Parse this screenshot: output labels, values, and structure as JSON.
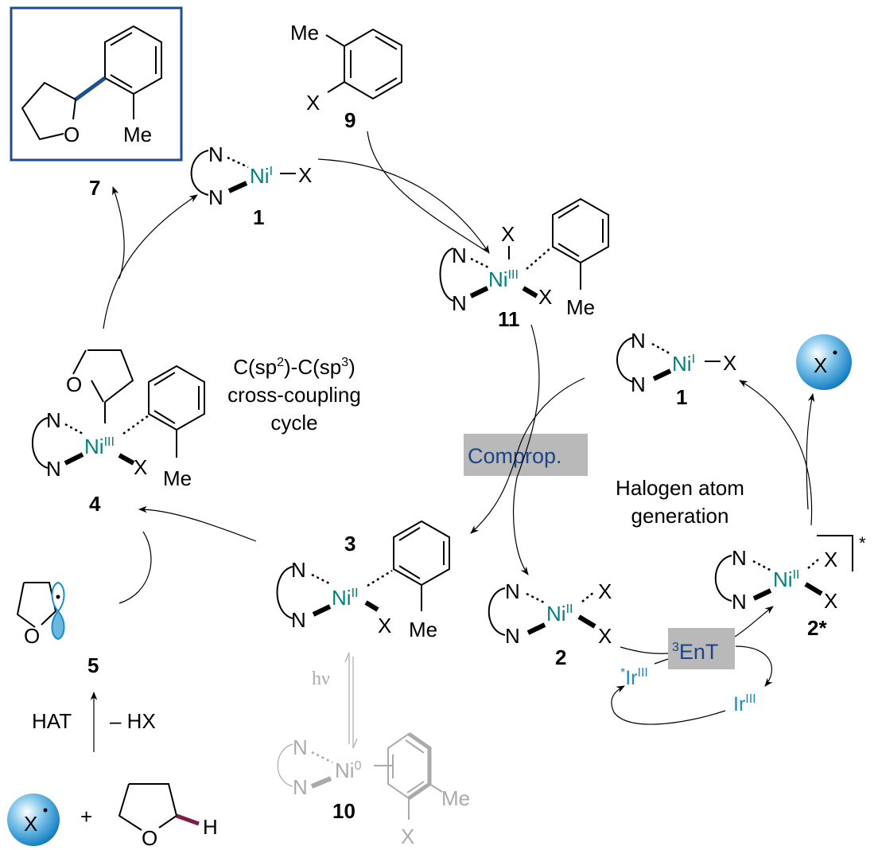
{
  "atoms": {
    "N": "N",
    "Ni": "Ni",
    "X": "X",
    "Me": "Me",
    "O": "O",
    "H": "H",
    "Ir": "Ir"
  },
  "oxidation": {
    "I": "I",
    "II": "II",
    "III": "III",
    "zero": "0"
  },
  "compound_labels": {
    "c7": "7",
    "c9": "9",
    "c1": "1",
    "c11": "11",
    "c1b": "1",
    "c4": "4",
    "c3": "3",
    "c2": "2",
    "c2star": "2*",
    "c5": "5",
    "c10": "10"
  },
  "cycle_label": {
    "line1_a": "C(sp",
    "line1_sup1": "2",
    "line1_b": ")-C(sp",
    "line1_sup2": "3",
    "line1_c": ")",
    "line2": "cross-coupling",
    "line3": "cycle"
  },
  "halogen_label": {
    "line1": "Halogen atom",
    "line2": "generation"
  },
  "comprop_label": "Comprop.",
  "ent_label": {
    "sup": "3",
    "text": "EnT"
  },
  "ir_star": "*",
  "excited_star": "*",
  "hv_label": "hν",
  "hat_label": "HAT",
  "minus_hx_label": "– HX",
  "plus_label": "+",
  "radical_label": "X",
  "colors": {
    "nickel": "#00807e",
    "iridium": "#1a8ccc",
    "navy": "#1c4587",
    "box": "#b9b9b9",
    "highlight_bond": "#7a1f4a",
    "grey": "#aaaaaa"
  }
}
